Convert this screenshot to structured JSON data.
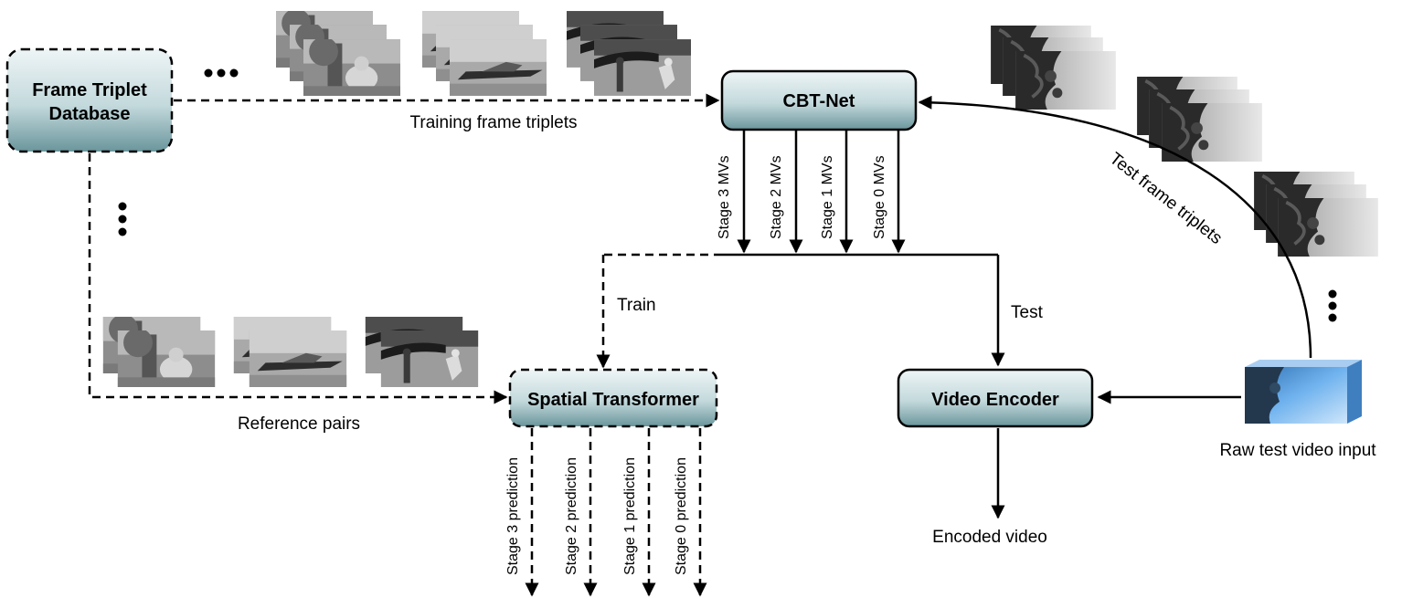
{
  "nodes": {
    "database": {
      "line1": "Frame Triplet",
      "line2": "Database"
    },
    "cbtnet": {
      "label": "CBT-Net"
    },
    "spatial_transformer": {
      "label": "Spatial Transformer"
    },
    "video_encoder": {
      "label": "Video Encoder"
    }
  },
  "edge_labels": {
    "training_triplets": "Training frame triplets",
    "reference_pairs": "Reference pairs",
    "train": "Train",
    "test": "Test",
    "test_triplets": "Test frame triplets",
    "encoded_video": "Encoded video",
    "raw_input": "Raw test video input"
  },
  "mv_outputs": [
    "Stage 3  MVs",
    "Stage 2  MVs",
    "Stage 1  MVs",
    "Stage 0  MVs"
  ],
  "predictions": [
    "Stage 3 prediction",
    "Stage 2 prediction",
    "Stage 1 prediction",
    "Stage 0 prediction"
  ],
  "ellipsis": {
    "horizontal": "•••",
    "vertical": "•••"
  },
  "image_stacks": {
    "training": [
      "forest-rabbit-frames",
      "boat-frames",
      "soccer-frames"
    ],
    "reference": [
      "forest-rabbit-frames",
      "boat-frames",
      "soccer-frames"
    ],
    "test": [
      "tree-frames",
      "tree-frames",
      "tree-frames"
    ]
  },
  "colors": {
    "box_top": "#eef5f6",
    "box_bottom": "#5f8f96",
    "stroke": "#000000"
  }
}
